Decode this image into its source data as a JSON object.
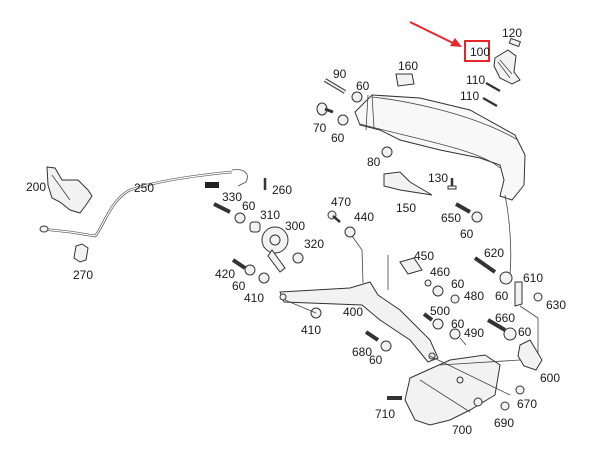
{
  "diagram": {
    "title": "",
    "highlight": {
      "part_number": "100",
      "color": "#e8262a"
    },
    "labels": [
      {
        "id": "p120",
        "text": "120"
      },
      {
        "id": "p100",
        "text": "100"
      },
      {
        "id": "p110a",
        "text": "110"
      },
      {
        "id": "p110b",
        "text": "110"
      },
      {
        "id": "p160",
        "text": "160"
      },
      {
        "id": "p90",
        "text": "90"
      },
      {
        "id": "p60a",
        "text": "60"
      },
      {
        "id": "p70",
        "text": "70"
      },
      {
        "id": "p60b",
        "text": "60"
      },
      {
        "id": "p80",
        "text": "80"
      },
      {
        "id": "p130",
        "text": "130"
      },
      {
        "id": "p150",
        "text": "150"
      },
      {
        "id": "p650",
        "text": "650"
      },
      {
        "id": "p60c",
        "text": "60"
      },
      {
        "id": "p200",
        "text": "200"
      },
      {
        "id": "p250",
        "text": "250"
      },
      {
        "id": "p260",
        "text": "260"
      },
      {
        "id": "p330",
        "text": "330"
      },
      {
        "id": "p60d",
        "text": "60"
      },
      {
        "id": "p310",
        "text": "310"
      },
      {
        "id": "p300",
        "text": "300"
      },
      {
        "id": "p470",
        "text": "470"
      },
      {
        "id": "p440",
        "text": "440"
      },
      {
        "id": "p320",
        "text": "320"
      },
      {
        "id": "p270",
        "text": "270"
      },
      {
        "id": "p420",
        "text": "420"
      },
      {
        "id": "p60e",
        "text": "60"
      },
      {
        "id": "p410a",
        "text": "410"
      },
      {
        "id": "p410b",
        "text": "410"
      },
      {
        "id": "p400",
        "text": "400"
      },
      {
        "id": "p450",
        "text": "450"
      },
      {
        "id": "p460",
        "text": "460"
      },
      {
        "id": "p60f",
        "text": "60"
      },
      {
        "id": "p480",
        "text": "480"
      },
      {
        "id": "p500",
        "text": "500"
      },
      {
        "id": "p60g",
        "text": "60"
      },
      {
        "id": "p490",
        "text": "490"
      },
      {
        "id": "p620",
        "text": "620"
      },
      {
        "id": "p60h",
        "text": "60"
      },
      {
        "id": "p610",
        "text": "610"
      },
      {
        "id": "p630",
        "text": "630"
      },
      {
        "id": "p660",
        "text": "660"
      },
      {
        "id": "p60i",
        "text": "60"
      },
      {
        "id": "p600",
        "text": "600"
      },
      {
        "id": "p680",
        "text": "680"
      },
      {
        "id": "p60j",
        "text": "60"
      },
      {
        "id": "p670",
        "text": "670"
      },
      {
        "id": "p690",
        "text": "690"
      },
      {
        "id": "p710",
        "text": "710"
      },
      {
        "id": "p700",
        "text": "700"
      }
    ]
  }
}
